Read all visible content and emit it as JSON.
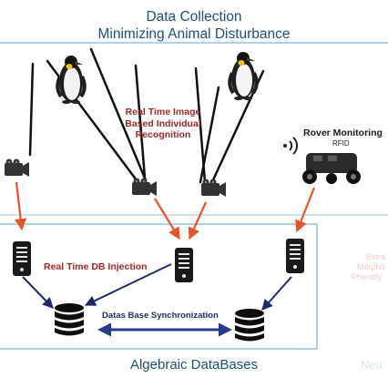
{
  "header": {
    "line1": "Data Collection",
    "line2": "Minimizing Animal Disturbance"
  },
  "labels": {
    "recognition_line1": "Real Time Image",
    "recognition_line2": "Based Individual",
    "recognition_line3": "Recognition",
    "rover_title": "Rover Monitoring",
    "rover_sub": "RFID",
    "db_injection": "Real Time DB Injection",
    "db_sync": "Datas Base Synchronization"
  },
  "footer": {
    "title": "Algebraic DataBases"
  },
  "cut_off_text": {
    "right_line1": "Extra",
    "right_line2": "Morpho",
    "right_line3": "Phenoty",
    "bottom_right": "Neu"
  },
  "colors": {
    "title_blue": "#1e4f7a",
    "label_red": "#a0282c",
    "frame_blue": "#5aa7d6",
    "arrow_red": "#e8542a",
    "arrow_navy": "#1c2a6b",
    "sync_navy": "#2a3a8c"
  },
  "icons": [
    "penguin-icon",
    "camera-icon",
    "server-icon",
    "database-icon",
    "rover-icon",
    "wifi-icon"
  ]
}
